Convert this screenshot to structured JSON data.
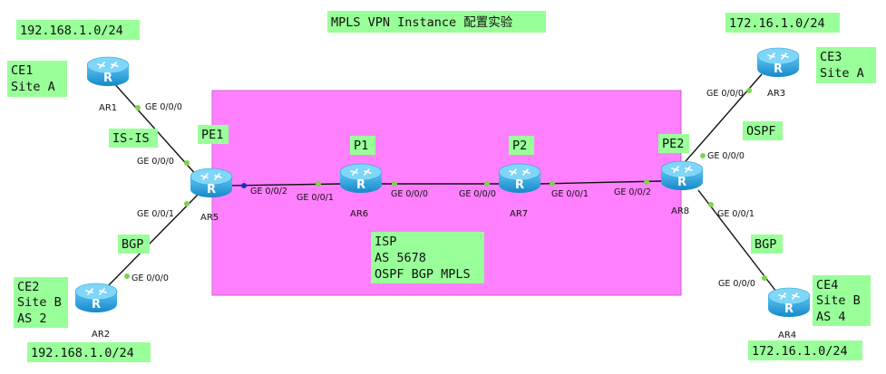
{
  "title": "MPLS VPN Instance 配置实验",
  "isp_box": {
    "line1": "ISP",
    "line2": "AS 5678",
    "line3": "OSPF BGP MPLS"
  },
  "labels": {
    "net_ce1": "192.168.1.0/24",
    "net_ce2": "192.168.1.0/24",
    "net_ce3": "172.16.1.0/24",
    "net_ce4": "172.16.1.0/24",
    "ce1_name": "CE1",
    "ce1_site": "Site A",
    "ce2_name": "CE2",
    "ce2_site": "Site B",
    "ce2_as": "AS 2",
    "ce3_name": "CE3",
    "ce3_site": "Site A",
    "ce4_name": "CE4",
    "ce4_site": "Site B",
    "ce4_as": "AS 4",
    "pe1": "PE1",
    "pe2": "PE2",
    "p1": "P1",
    "p2": "P2",
    "isis": "IS-IS",
    "ospf": "OSPF",
    "bgp_left": "BGP",
    "bgp_right": "BGP"
  },
  "devices": {
    "ar1": "AR1",
    "ar2": "AR2",
    "ar3": "AR3",
    "ar4": "AR4",
    "ar5": "AR5",
    "ar6": "AR6",
    "ar7": "AR7",
    "ar8": "AR8"
  },
  "ports": {
    "ar1_g000": "GE 0/0/0",
    "ar5_g000": "GE 0/0/0",
    "ar5_g001": "GE 0/0/1",
    "ar5_g002": "GE 0/0/2",
    "ar2_g000": "GE 0/0/0",
    "ar6_g001": "GE 0/0/1",
    "ar6_g000": "GE 0/0/0",
    "ar7_g000": "GE 0/0/0",
    "ar7_g001": "GE 0/0/1",
    "ar8_g002": "GE 0/0/2",
    "ar8_g000": "GE 0/0/0",
    "ar8_g001": "GE 0/0/1",
    "ar3_g000": "GE 0/0/0",
    "ar4_g000": "GE 0/0/0"
  },
  "colors": {
    "label_bg": "#99ff99",
    "isp_area": "#ff80ff",
    "router_body": "#29a3dd",
    "port_dot": "#7dd34a"
  }
}
